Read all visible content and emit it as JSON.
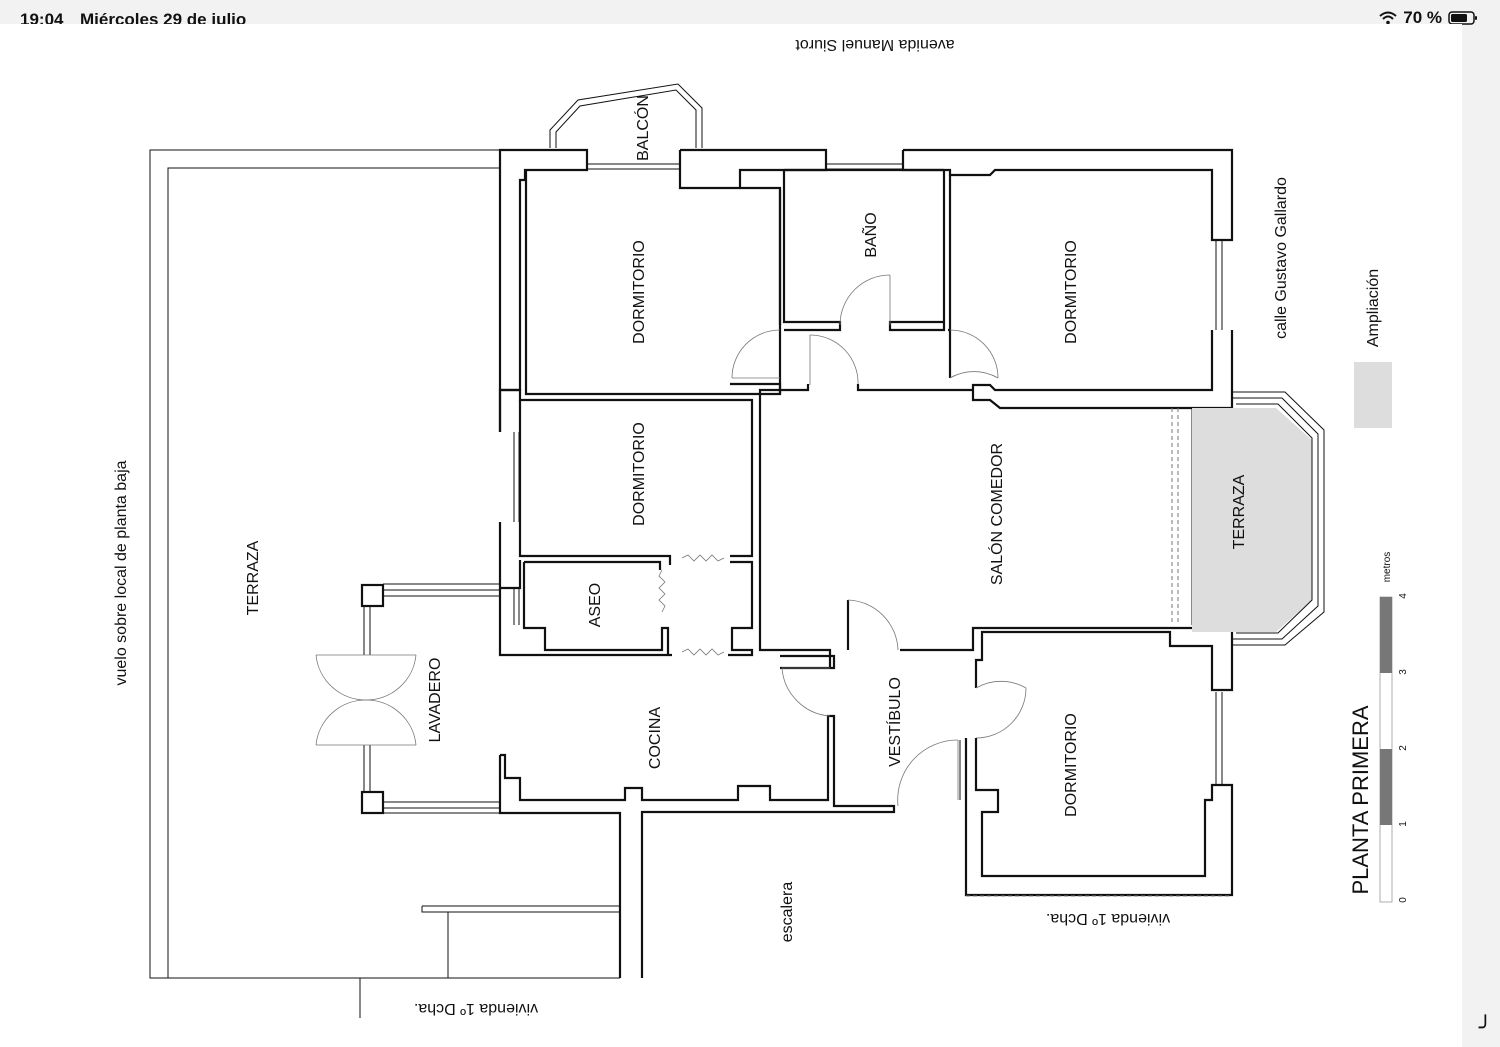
{
  "status_bar": {
    "time": "19:04",
    "date": "Miércoles 29 de julio",
    "battery_percent": "70 %",
    "wifi_icon": "wifi-icon",
    "battery_icon": "battery-icon"
  },
  "plan": {
    "title": "PLANTA PRIMERA",
    "legend_label": "Ampliación",
    "legend_color": "#dddddd",
    "scale": {
      "unit": "metros",
      "ticks": [
        "0",
        "1",
        "2",
        "3",
        "4"
      ]
    },
    "rooms": {
      "balcon": "BALCÓN",
      "dormitorio_1": "DORMITORIO",
      "bano": "BAÑO",
      "dormitorio_2": "DORMITORIO",
      "dormitorio_3": "DORMITORIO",
      "aseo": "ASEO",
      "salon": "SALÓN COMEDOR",
      "terraza_east": "TERRAZA",
      "terraza_west": "TERRAZA",
      "lavadero": "LAVADERO",
      "cocina": "COCINA",
      "vestibulo": "VESTÍBULO",
      "dormitorio_4": "DORMITORIO"
    },
    "surroundings": {
      "street_top": "avenida Manuel Siurot",
      "street_right": "calle Gustavo Gallardo",
      "vuelo": "vuelo sobre local de planta baja",
      "escalera": "escalera",
      "vivienda_bottom_right": "vivienda 1º Dcha.",
      "vivienda_bottom_left": "vivienda 1º Dcha."
    }
  }
}
